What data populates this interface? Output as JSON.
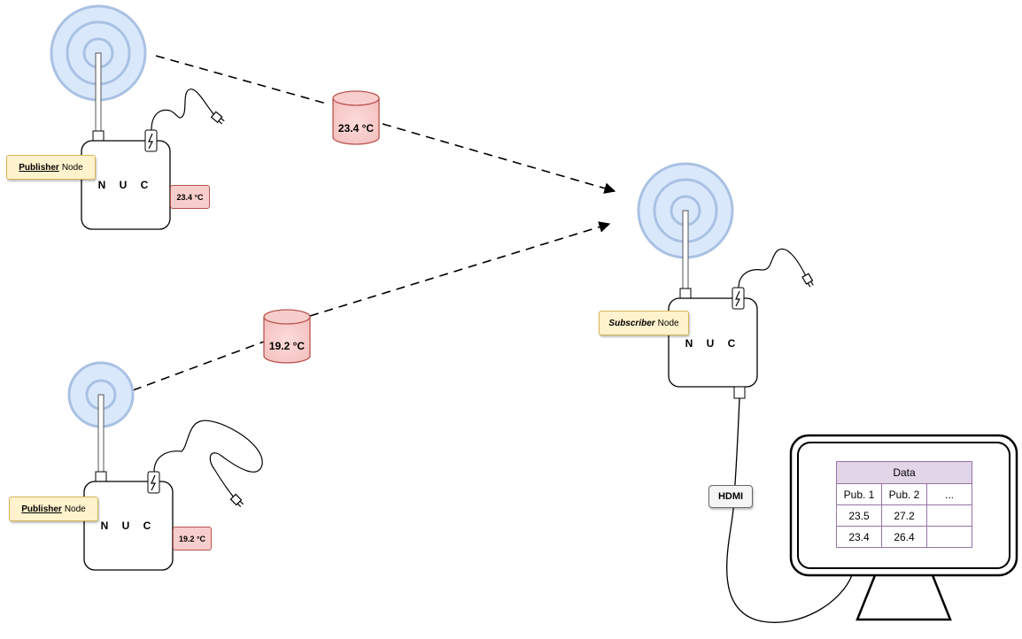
{
  "nodes": {
    "publisher_1": {
      "role": "Publisher",
      "suffix": "Node",
      "device": "N U C",
      "reading": "23.4 °C"
    },
    "publisher_2": {
      "role": "Publisher",
      "suffix": "Node",
      "device": "N U C",
      "reading": "19.2 °C"
    },
    "subscriber": {
      "role": "Subscriber",
      "suffix": "Node",
      "device": "N U C"
    }
  },
  "messages": {
    "msg_1": "23.4 °C",
    "msg_2": "19.2 °C"
  },
  "cable_label": "HDMI",
  "monitor_table": {
    "header": "Data",
    "columns": [
      "Pub. 1",
      "Pub. 2",
      "..."
    ],
    "rows": [
      [
        "23.5",
        "27.2",
        ""
      ],
      [
        "23.4",
        "26.4",
        ""
      ]
    ]
  },
  "colors": {
    "antenna_fill": "#dae8fc",
    "antenna_stroke": "#9fb5d8",
    "label_fill": "#fff2cc",
    "temp_fill": "#f8cecc",
    "temp_stroke": "#b85450",
    "table_header": "#e1d5e7",
    "table_border": "#9673a6"
  }
}
